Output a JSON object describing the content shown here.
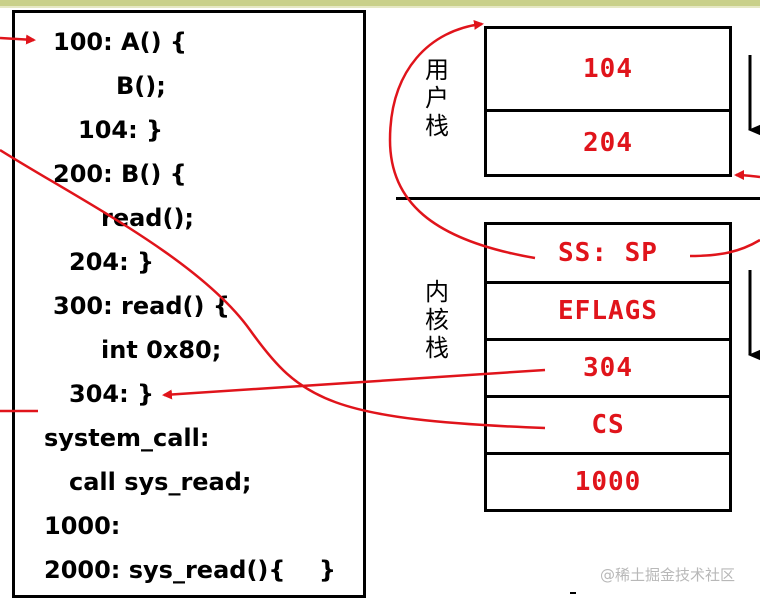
{
  "code_lines": [
    "100: A() {",
    "B();",
    "104: }",
    "200: B() {",
    "read();",
    "204: }",
    "300: read() {",
    "int 0x80;",
    "304: }",
    "system_call:",
    "call sys_read;",
    "1000:",
    "2000: sys_read(){    }"
  ],
  "user_stack": {
    "label": "用户栈",
    "cells": [
      "104",
      "204"
    ]
  },
  "kernel_stack": {
    "label": "内核栈",
    "cells": [
      "SS: SP",
      "EFLAGS",
      "304",
      "CS",
      "1000"
    ]
  },
  "watermark": "@稀土掘金技术社区",
  "colors": {
    "arrow": "#e0141b",
    "cell_text": "#e0141b",
    "border": "#000000"
  }
}
